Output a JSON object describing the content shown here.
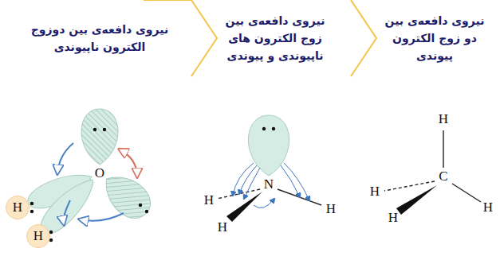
{
  "diagram": {
    "nodes": [
      {
        "text": [
          "H"
        ]
      },
      {
        "text": [
          "H"
        ]
      }
    ],
    "labels": [
      "نیروی دافعه‌ی بین دو زوج الکترون پیوندی",
      "نیروی دافعه‌ی بین زوج الکترون های ناپیوندی و پیوندی",
      "نیروی دافعه‌ی بین دوزوج الکترون ناپیوندی",
      "H",
      "H",
      "C",
      "H",
      "H",
      "H",
      "N",
      "H",
      "H",
      "O"
    ]
  }
}
